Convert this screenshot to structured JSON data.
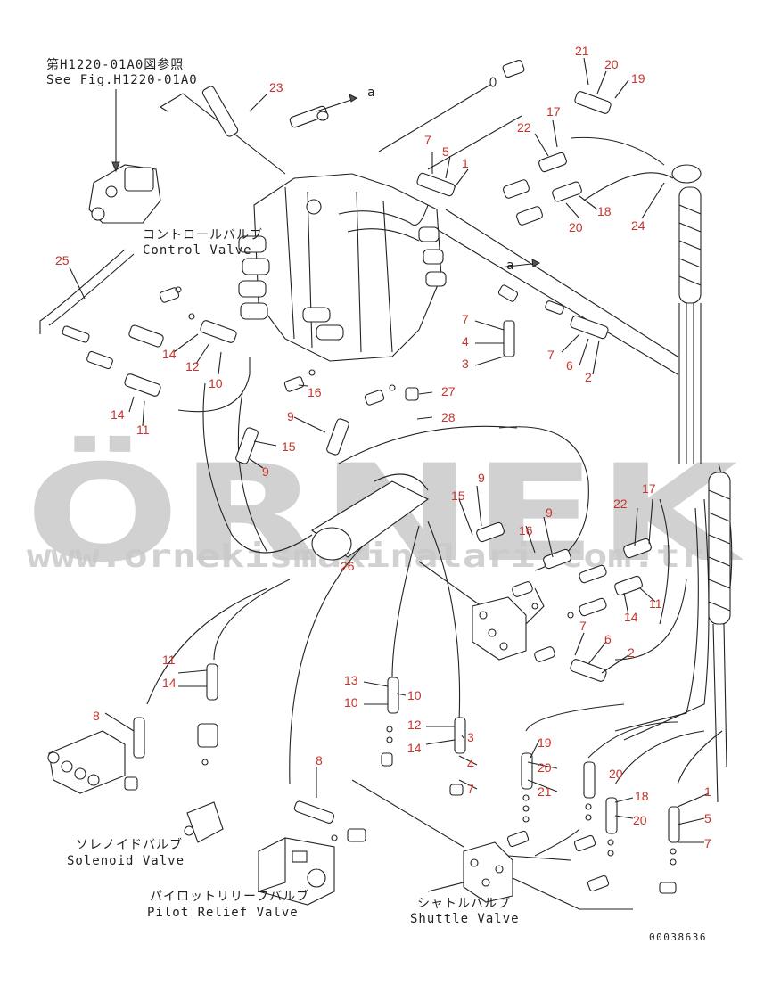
{
  "watermark": {
    "brand": "ÖRNEK",
    "url": "www.ornekismakinalari.com.tr"
  },
  "reference_note": {
    "jp": "第H1220-01A0図参照",
    "en": "See Fig.H1220-01A0"
  },
  "arrow_labels": {
    "a1": "a",
    "a2": "a"
  },
  "components": {
    "control_valve": {
      "jp": "コントロールバルブ",
      "en": "Control Valve"
    },
    "solenoid_valve": {
      "jp": "ソレノイドバルブ",
      "en": "Solenoid Valve"
    },
    "pilot_relief_valve": {
      "jp": "パイロットリリーフバルブ",
      "en": "Pilot Relief Valve"
    },
    "shuttle_valve": {
      "jp": "シャトルバルブ",
      "en": "Shuttle Valve"
    }
  },
  "drawing_code": "00038636",
  "part_numbers": [
    "23",
    "21",
    "20",
    "19",
    "17",
    "22",
    "18",
    "20",
    "24",
    "7",
    "5",
    "1",
    "25",
    "7",
    "4",
    "3",
    "7",
    "6",
    "2",
    "14",
    "12",
    "10",
    "16",
    "27",
    "28",
    "14",
    "11",
    "9",
    "15",
    "9",
    "9",
    "15",
    "16",
    "9",
    "26",
    "22",
    "17",
    "11",
    "14",
    "7",
    "6",
    "2",
    "11",
    "14",
    "8",
    "13",
    "10",
    "10",
    "12",
    "14",
    "3",
    "4",
    "7",
    "19",
    "20",
    "21",
    "20",
    "18",
    "20",
    "1",
    "5",
    "7",
    "8"
  ]
}
